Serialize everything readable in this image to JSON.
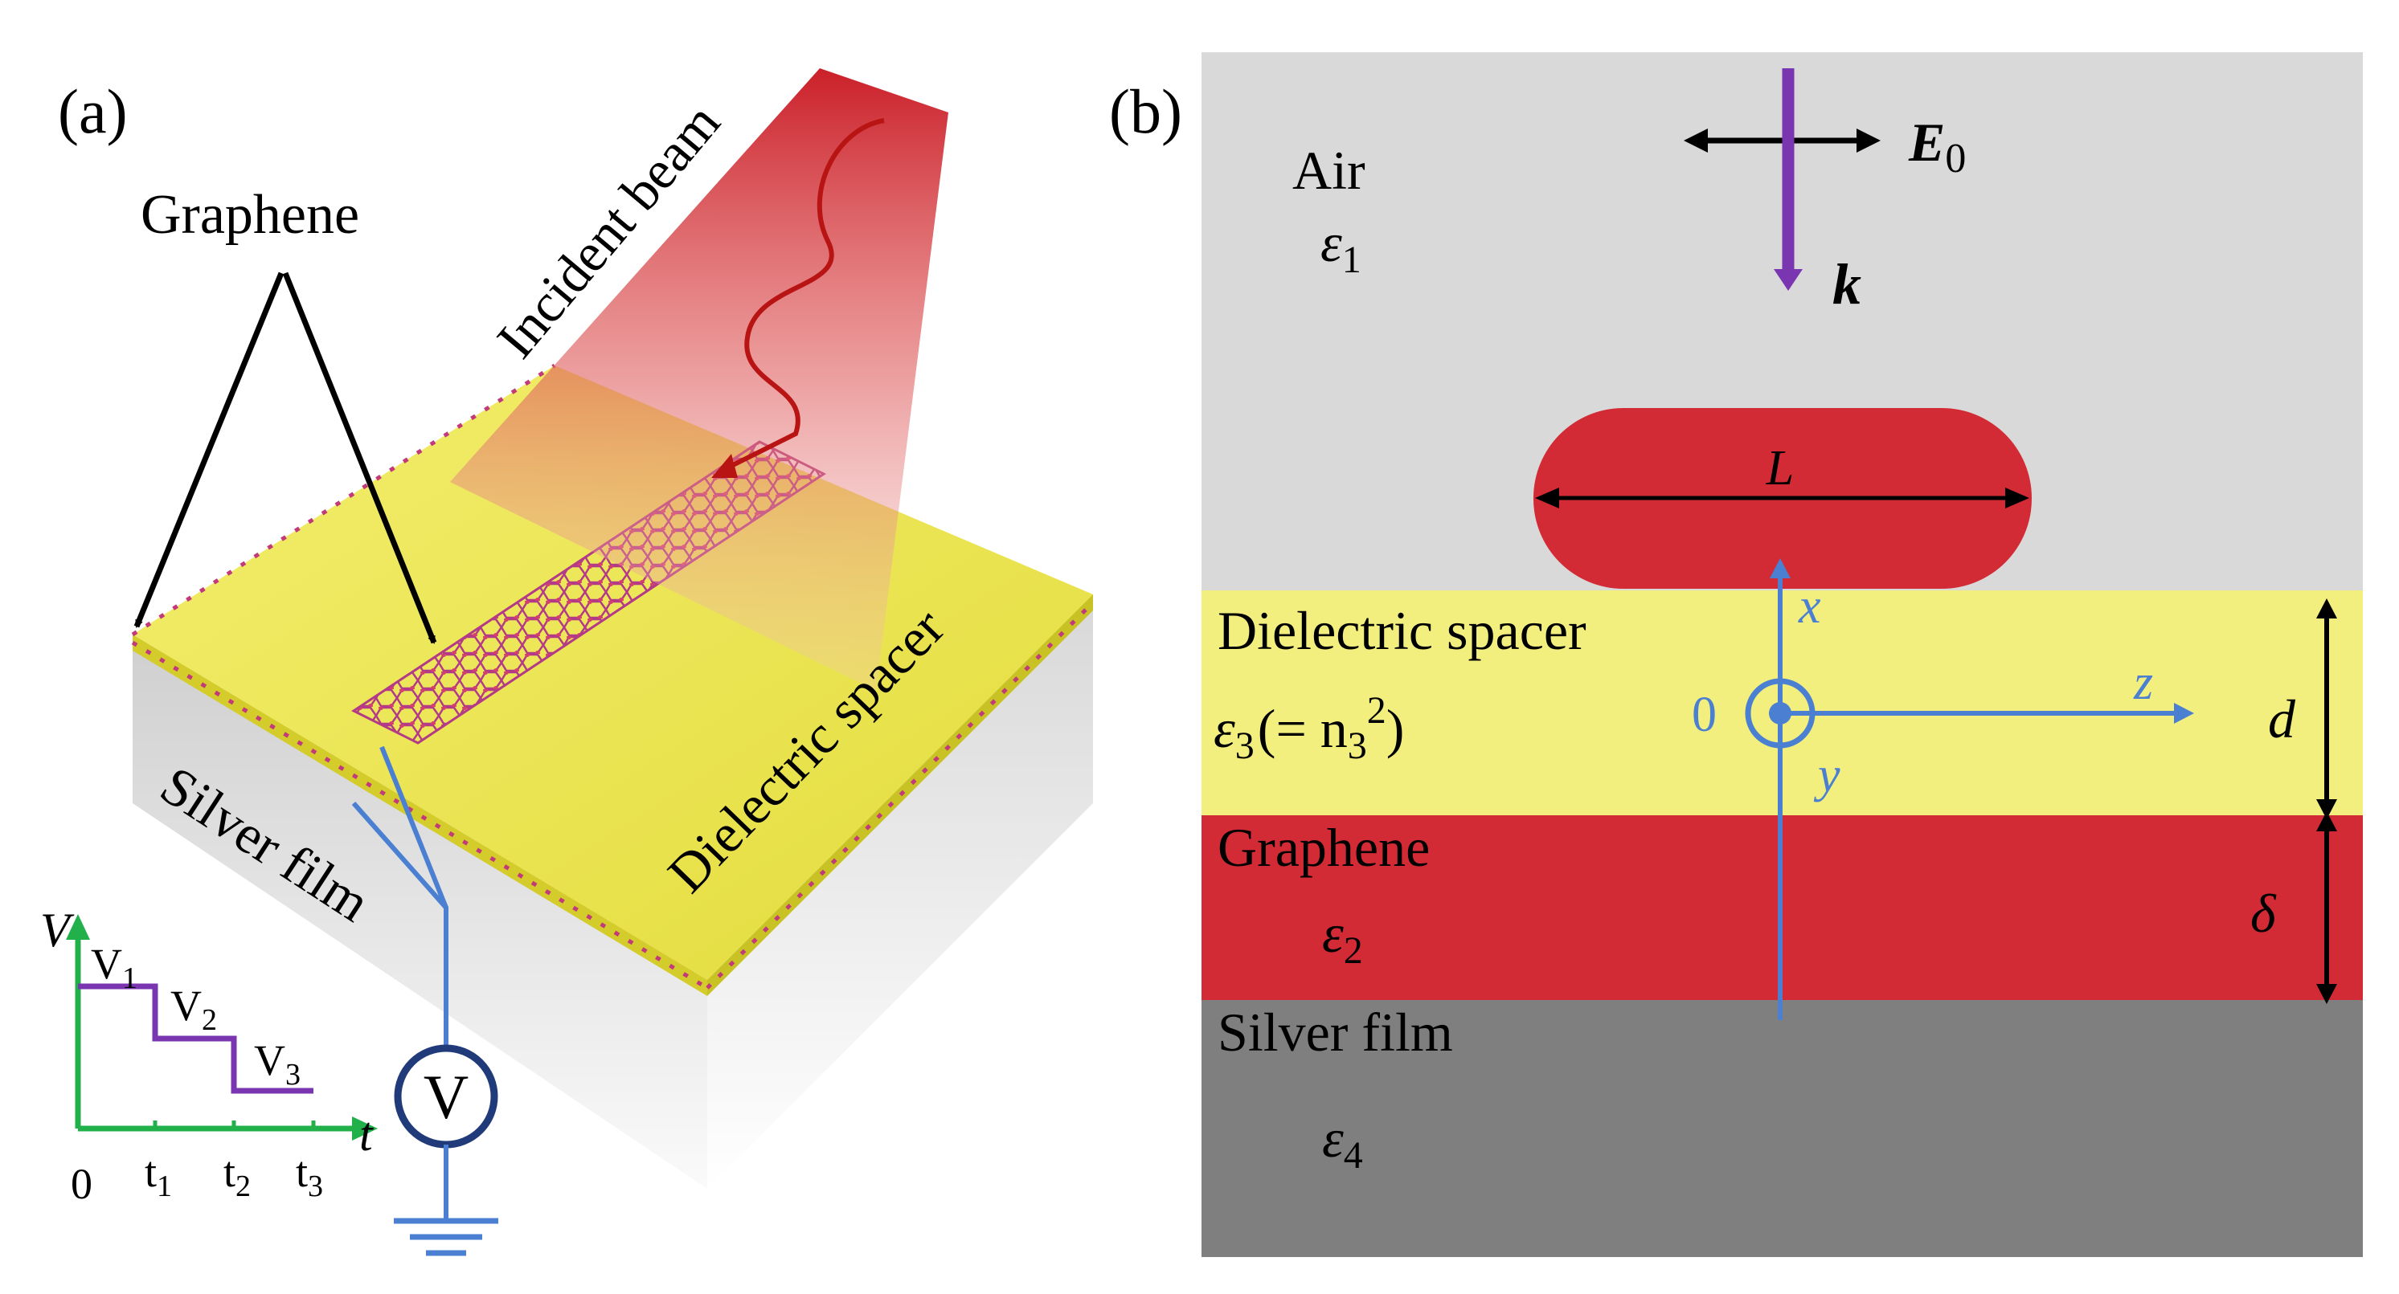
{
  "panel_a": {
    "label": "(a)",
    "graphene_label": "Graphene",
    "incident_beam_label": "Incident beam",
    "dielectric_spacer_label": "Dielectric spacer",
    "silver_film_label": "Silver film",
    "voltmeter_label": "V",
    "plot": {
      "y_axis_label": "V",
      "x_axis_label": "t",
      "levels": [
        "V",
        "V",
        "V"
      ],
      "level_subscripts": [
        "1",
        "2",
        "3"
      ],
      "origin_label": "0",
      "ticks": [
        "t",
        "t",
        "t"
      ],
      "tick_subscripts": [
        "1",
        "2",
        "3"
      ]
    }
  },
  "panel_b": {
    "label": "(b)",
    "air_label": "Air",
    "eps1": "ε",
    "eps1_sub": "1",
    "field_label": "E",
    "field_sub": "0",
    "wave_label": "k",
    "length_label": "L",
    "spacer_label": "Dielectric spacer",
    "eps3_text": "ε",
    "eps3_sub": "3",
    "eps3_rest": "(= n",
    "eps3_n_sub": "3",
    "eps3_sup": "2",
    "eps3_close": ")",
    "graphene_label": "Graphene",
    "eps2": "ε",
    "eps2_sub": "2",
    "silver_label": "Silver film",
    "eps4": "ε",
    "eps4_sub": "4",
    "axis_x": "x",
    "axis_y": "y",
    "axis_z": "z",
    "origin": "0",
    "thickness_d": "d",
    "thickness_delta": "δ"
  },
  "colors": {
    "air": "#d9d9d9",
    "spacer": "#f2ef7f",
    "graphene": "#d22b35",
    "silver": "#7f7f7f",
    "axis_blue": "#4a7fd1",
    "purple": "#7a35b0",
    "plot_green": "#22b04b"
  }
}
